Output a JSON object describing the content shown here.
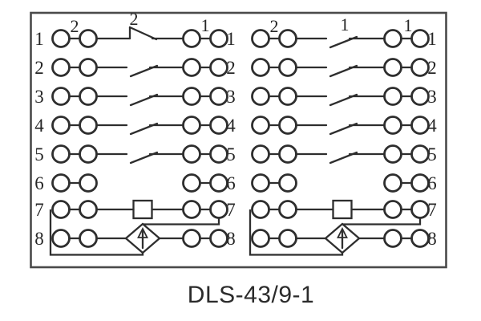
{
  "title": "DLS-43/9-1",
  "colors": {
    "background": "#ffffff",
    "line": "#2e2e2e",
    "border": "#4a4a4a",
    "text": "#262626"
  },
  "diagram": {
    "description": "relay-terminal-wiring-diagram-two-units",
    "blocks": [
      {
        "name": "left-unit",
        "rows": [
          {
            "left_label": "1",
            "right_label": "1",
            "type": "break-contact",
            "annotations": {
              "pair_left": "2",
              "switch": "2",
              "pair_right": "1"
            }
          },
          {
            "left_label": "2",
            "right_label": "2",
            "type": "make-contact"
          },
          {
            "left_label": "3",
            "right_label": "3",
            "type": "make-contact"
          },
          {
            "left_label": "4",
            "right_label": "4",
            "type": "make-contact"
          },
          {
            "left_label": "5",
            "right_label": "5",
            "type": "make-contact"
          },
          {
            "left_label": "6",
            "right_label": "6",
            "type": "link-only"
          },
          {
            "left_label": "7",
            "right_label": "7",
            "type": "resistor-inline"
          },
          {
            "left_label": "8",
            "right_label": "8",
            "type": "rectifier-inline"
          }
        ]
      },
      {
        "name": "right-unit",
        "rows": [
          {
            "right_label": "1",
            "type": "make-contact",
            "annotations": {
              "pair_left": "2",
              "switch": "1",
              "pair_right": "1"
            }
          },
          {
            "right_label": "2",
            "type": "make-contact"
          },
          {
            "right_label": "3",
            "type": "make-contact"
          },
          {
            "right_label": "4",
            "type": "make-contact"
          },
          {
            "right_label": "5",
            "type": "make-contact"
          },
          {
            "right_label": "6",
            "type": "link-only"
          },
          {
            "right_label": "7",
            "type": "resistor-inline"
          },
          {
            "right_label": "8",
            "type": "rectifier-inline"
          }
        ]
      }
    ]
  }
}
